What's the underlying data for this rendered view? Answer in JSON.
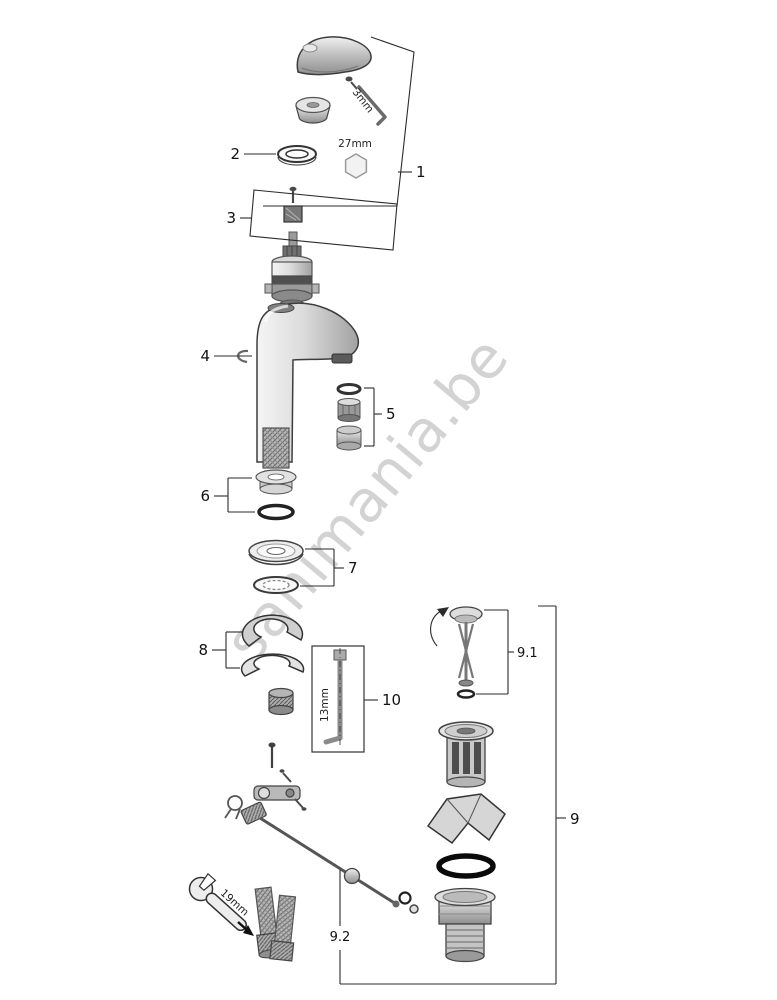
{
  "watermark": "sanimania.be",
  "part_labels": {
    "p1": "1",
    "p2": "2",
    "p3": "3",
    "p4": "4",
    "p5": "5",
    "p6": "6",
    "p7": "7",
    "p8": "8",
    "p9": "9",
    "p9_1": "9.1",
    "p9_2": "9.2",
    "p10": "10"
  },
  "dimension_labels": {
    "hex_key": "3mm",
    "cap_nut": "27mm",
    "socket_key": "13mm",
    "wrench": "19mm"
  }
}
